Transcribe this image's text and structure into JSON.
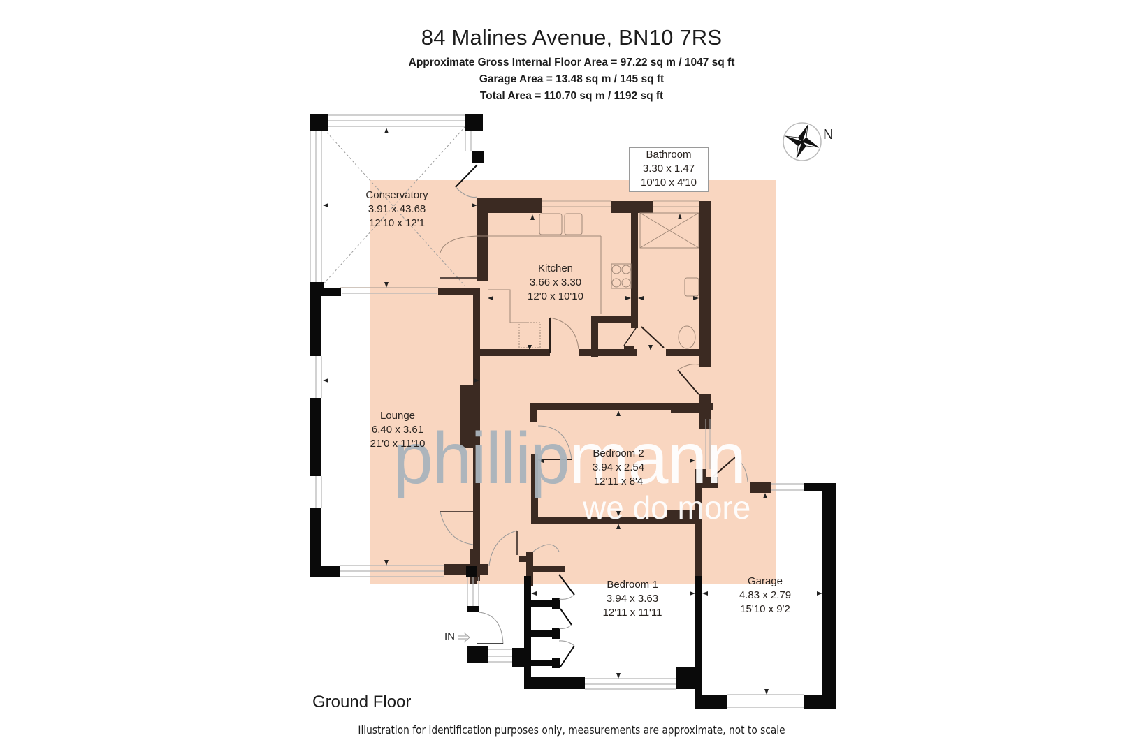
{
  "header": {
    "title": "84 Malines Avenue, BN10 7RS",
    "gross_internal": "Approximate Gross Internal Floor Area = 97.22 sq m / 1047 sq ft",
    "garage_area": "Garage Area = 13.48 sq m / 145 sq ft",
    "total_area": "Total Area = 110.70 sq m / 1192 sq ft"
  },
  "compass": {
    "icon": "compass-rose-icon",
    "label": "N"
  },
  "rooms": [
    {
      "name": "Conservatory",
      "metric": "3.91 x 43.68",
      "imperial": "12'10 x 12'1"
    },
    {
      "name": "Kitchen",
      "metric": "3.66 x 3.30",
      "imperial": "12'0 x 10'10"
    },
    {
      "name": "Bathroom",
      "metric": "3.30 x 1.47",
      "imperial": "10'10 x 4'10"
    },
    {
      "name": "Lounge",
      "metric": "6.40 x 3.61",
      "imperial": "21'0 x 11'10"
    },
    {
      "name": "Bedroom 2",
      "metric": "3.94 x 2.54",
      "imperial": "12'11 x 8'4"
    },
    {
      "name": "Bedroom 1",
      "metric": "3.94 x 3.63",
      "imperial": "12'11 x 11'11"
    },
    {
      "name": "Garage",
      "metric": "4.83 x 2.79",
      "imperial": "15'10 x 9'2"
    }
  ],
  "entrance": {
    "label": "IN",
    "icon": "entrance-arrow-icon"
  },
  "watermark": {
    "brand_part1": "phillip",
    "brand_part2": "mann",
    "tagline": "we do more"
  },
  "floor_label": "Ground Floor",
  "footer": "Illustration for identification purposes only, measurements are approximate, not to scale",
  "colors": {
    "highlight": "#f9d6c0",
    "wall_dark": "#3b2a22",
    "wall_black": "#0a0a0a",
    "watermark_grey": "#a9b4bc"
  }
}
